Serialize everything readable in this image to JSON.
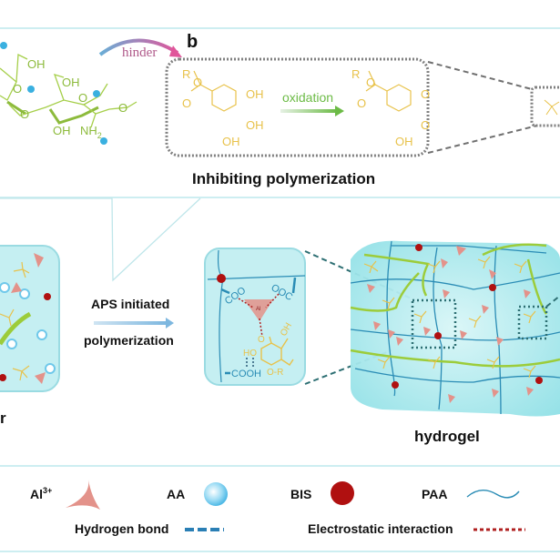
{
  "panel_b_label": "b",
  "hinder_label": "hinder",
  "oxidation_label": "oxidation",
  "inhibiting_title": "Inhibiting polymerization",
  "process": {
    "line1": "APS initiated",
    "line2": "polymerization"
  },
  "precursor_label_partial": "r",
  "hydrogel_label": "hydrogel",
  "chem_labels": {
    "oh": "OH",
    "o": "O",
    "nh2": "NH",
    "nh2_sub": "2",
    "r": "R",
    "coo_left": "COO",
    "ooc_right": "OOC",
    "cooh": "COOH",
    "ho": "HO",
    "or": "O-R",
    "al": "Al"
  },
  "legend": {
    "items": [
      {
        "label": "Al",
        "superscript": "3+",
        "symbol": "al-ion-triangle"
      },
      {
        "label": "AA",
        "symbol": "aa-sphere"
      },
      {
        "label": "BIS",
        "symbol": "bis-dot"
      },
      {
        "label": "PAA",
        "symbol": "paa-wave"
      }
    ],
    "bonds": [
      {
        "label": "Hydrogen bond",
        "symbol": "dashed-blue-line"
      },
      {
        "label": "Electrostatic interaction",
        "symbol": "dotted-red-line"
      }
    ]
  },
  "colors": {
    "separator": "#bfe6ea",
    "gel_fill": "#b8ecef",
    "paa_line": "#2a8cb5",
    "green_chain": "#9ccc3a",
    "bis_red": "#b01010",
    "al_pink": "#e3928a",
    "aa_blue": "#6fc8ea",
    "gallate_yellow": "#e8c24a",
    "dashed_gray": "#707070",
    "dashed_teal": "#2d6f73"
  }
}
